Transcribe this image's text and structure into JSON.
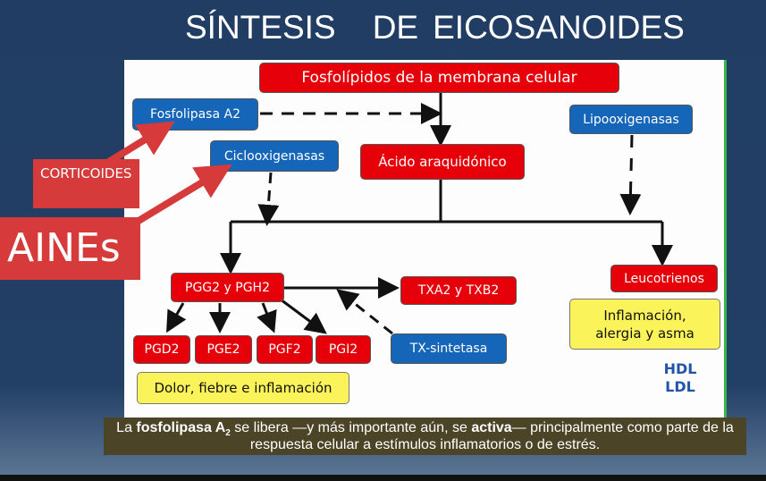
{
  "slide": {
    "title_line1": "SÍNTESIS    DE",
    "title_line2": "EICOSANOIDES"
  },
  "diagram": {
    "fosfolipidos": "Fosfolípidos de la membrana celular",
    "fosfolipasa": "Fosfolipasa A2",
    "ciclooxigenasas": "Ciclooxigenasas",
    "acido": "Ácido araquidónico",
    "lipooxigenasas": "Lipooxigenasas",
    "pgg2": "PGG2 y PGH2",
    "txa2": "TXA2 y TXB2",
    "leucotrienos": "Leucotrienos",
    "inflamacion": "Inflamación, alergia y asma",
    "pgd2": "PGD2",
    "pge2": "PGE2",
    "pgf2": "PGF2",
    "pgi2": "PGI2",
    "txsintetasa": "TX-sintetasa",
    "dolor": "Dolor, fiebre e inflamación",
    "logo": "HDL LDL"
  },
  "labels": {
    "corticoides": "CORTICOIDES",
    "aines": "AINEs"
  },
  "caption": {
    "pre": "La ",
    "b1": "fosfolipasa A",
    "sub": "2",
    "mid": " se libera —y más importante aún, se ",
    "b2": "activa",
    "post": "— principalmente como parte de la respuesta celular a estímulos inflamatorios o",
    "last": "de estrés."
  }
}
